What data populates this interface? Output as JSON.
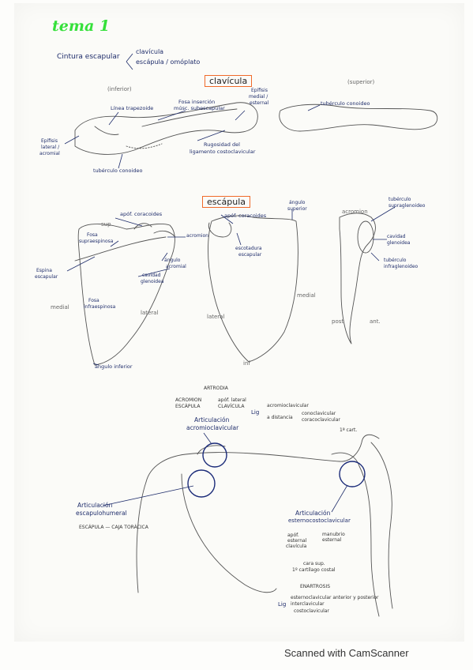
{
  "title": "tema 1",
  "cintura": {
    "label": "Cintura escapular",
    "branch1": "clavícula",
    "branch2": "escápula / omóplato"
  },
  "clavicula": {
    "header": "clavícula",
    "view_inferior": "(inferior)",
    "view_superior": "(superior)",
    "linea_trapezoide": "Línea trapezoide",
    "fosa_insercion_1": "Fosa inserción",
    "fosa_insercion_2": "músc. subescapular",
    "epifisis_medial_1": "Epífisis",
    "epifisis_medial_2": "medial /",
    "epifisis_medial_3": "esternal",
    "epifisis_lateral_1": "Epífisis",
    "epifisis_lateral_2": "lateral /",
    "epifisis_lateral_3": "acromial",
    "rugosidad_1": "Rugosidad del",
    "rugosidad_2": "ligamento costoclavicular",
    "tuberculo_conoideo": "tubérculo conoideo",
    "tuberculo_conoideo_sup": "tubérculo conoideo"
  },
  "escapula": {
    "header": "escápula",
    "apof_coracoides": "apóf. coracoides",
    "sup": "sup",
    "fosa_supra_1": "Fosa",
    "fosa_supra_2": "supraespinosa",
    "acromion": "acromion",
    "angulo_acromial_1": "ángulo",
    "angulo_acromial_2": "acromial",
    "espina_1": "Espina",
    "espina_2": "escapular",
    "cavidad_glenoidea_front_1": "cavidad",
    "cavidad_glenoidea_front_2": "glenoidea",
    "medial": "medial",
    "fosa_infra_1": "Fosa",
    "fosa_infra_2": "infraespinosa",
    "lateral_1": "lateral",
    "lateral_2": "lateral",
    "angulo_inferior": "ángulo inferior",
    "apof_coracoides_2": "apóf. coracoides",
    "escotadura_1": "escotadura",
    "escotadura_2": "escapular",
    "angulo_superior_1": "ángulo",
    "angulo_superior_2": "superior",
    "medial_2": "medial",
    "inf": "inf",
    "acromion_2": "acromion",
    "tuberculo_supra_1": "tubérculo",
    "tuberculo_supra_2": "supraglenoideo",
    "cavidad_glenoidea_1": "cavidad",
    "cavidad_glenoidea_2": "glenoidea",
    "tuberculo_infra_1": "tubérculo",
    "tuberculo_infra_2": "infraglenoideo",
    "post": "post",
    "ant": "ant."
  },
  "articulaciones": {
    "artrodia": "ARTRODIA",
    "acromion": "ACROMION",
    "escapula": "ESCÁPULA",
    "apof_lateral": "apóf. lateral",
    "clavicula": "CLAVÍCULA",
    "lig": "Lig",
    "acromioclavicular_lig": "acromioclavicular",
    "a_distancia": "a distancia",
    "conoclavicular": "conoclavicular",
    "coracoclavicular": "coracoclavicular",
    "acromio_title_1": "Articulación",
    "acromio_title_2": "acromioclavicular",
    "primer_cart": "1ª cart.",
    "escapulo_title_1": "Articulación",
    "escapulo_title_2": "escapulohumeral",
    "escapula_caja": "ESCÁPULA — CAJA TORÁCICA",
    "esterno_title_1": "Articulación",
    "esterno_title_2": "esternocostoclavicular",
    "apof_esternal_1": "apóf.",
    "apof_esternal_2": "esternal",
    "apof_esternal_3": "clavícula",
    "manubrio_1": "manubrio",
    "manubrio_2": "esternal",
    "cara_sup_1": "cara sup.",
    "cara_sup_2": "1º cartílago costal",
    "enartrosis": "ENARTROSIS",
    "lig_2": "Lig",
    "esterno_ant_post": "esternoclavicular anterior y posterior",
    "interclavicular": "interclavicular",
    "costoclavicular": "costoclavicular"
  },
  "footer": "Scanned with CamScanner"
}
